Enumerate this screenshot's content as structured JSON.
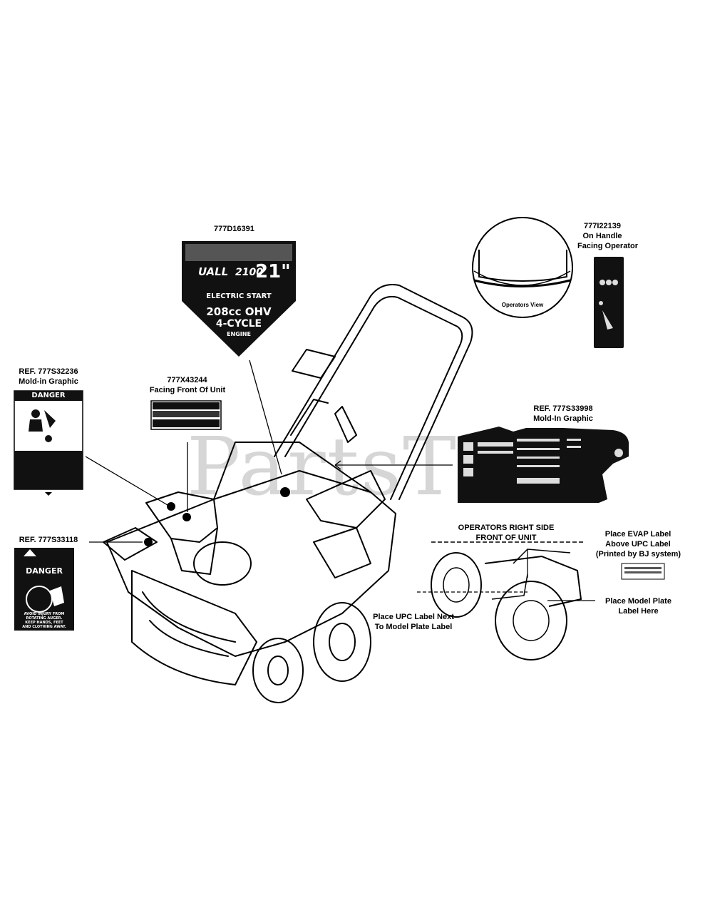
{
  "watermark": "PartsTree",
  "callouts": {
    "top_center_part": "777D16391",
    "decal_brand": "UALL",
    "decal_model": "2100",
    "decal_size": "21\"",
    "decal_start": "ELECTRIC START",
    "decal_engine_line1": "208cc OHV",
    "decal_engine_line2": "4-CYCLE",
    "decal_engine_line3": "ENGINE",
    "handle_part": "777I22139",
    "handle_line1": "On Handle",
    "handle_line2": "Facing Operator",
    "handle_view": "Operators View",
    "left_ref": "REF. 777S32236",
    "left_mold": "Mold-in Graphic",
    "left_danger": "DANGER",
    "front_part": "777X43244",
    "front_caption": "Facing Front Of Unit",
    "right_ref": "REF. 777S33998",
    "right_mold": "Mold-In Graphic",
    "bottom_left_ref": "REF. 777S33118",
    "bottom_left_danger": "DANGER",
    "bottom_left_warn1": "AVOID INJURY FROM",
    "bottom_left_warn2": "ROTATING AUGER.",
    "bottom_left_warn3": "KEEP HANDS, FEET",
    "bottom_left_warn4": "AND CLOTHING AWAY.",
    "side_title1": "OPERATORS RIGHT SIDE",
    "side_title2": "FRONT OF UNIT",
    "evap_line1": "Place EVAP Label",
    "evap_line2": "Above UPC Label",
    "evap_line3": "(Printed by BJ system)",
    "model_plate_line1": "Place Model Plate",
    "model_plate_line2": "Label Here",
    "upc_line1": "Place UPC Label Next",
    "upc_line2": "To Model Plate Label"
  }
}
